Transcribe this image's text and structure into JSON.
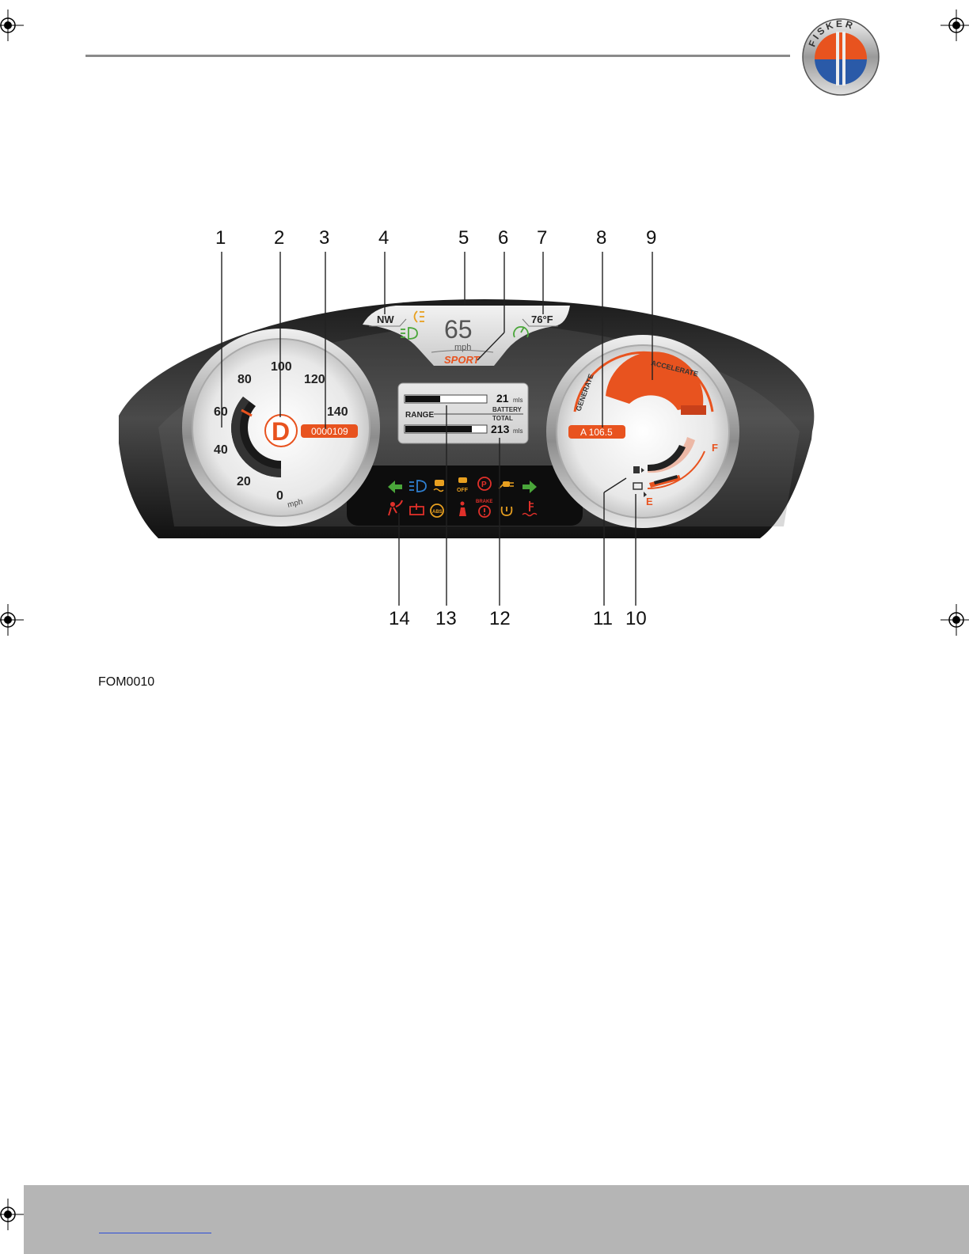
{
  "brand": {
    "logo_text": "FISKER"
  },
  "figure": {
    "label": "FOM0010",
    "callouts": [
      "1",
      "2",
      "3",
      "4",
      "5",
      "6",
      "7",
      "8",
      "9",
      "10",
      "11",
      "12",
      "13",
      "14"
    ]
  },
  "cluster": {
    "speedometer": {
      "ticks": [
        "0",
        "20",
        "40",
        "60",
        "80",
        "100",
        "120",
        "140"
      ],
      "unit": "mph",
      "gear": "D",
      "odometer": "0000109"
    },
    "top_display": {
      "compass": "NW",
      "speed": "65",
      "speed_unit": "mph",
      "drive_mode": "SPORT",
      "temperature": "76°F"
    },
    "info_display": {
      "range_label": "RANGE",
      "battery_value": "21",
      "battery_unit": "mls",
      "battery_label": "BATTERY",
      "total_label": "TOTAL",
      "total_value": "213",
      "total_unit": "mls"
    },
    "power_meter": {
      "generate_label": "GENERATE",
      "accelerate_label": "ACCELERATE",
      "amps": "A 106.5",
      "full_label": "F",
      "empty_label": "E"
    },
    "warning_lights": {
      "brake_label": "BRAKE",
      "off_label": "OFF",
      "abs_label": "ABS"
    }
  },
  "colors": {
    "accent": "#e8531f",
    "green": "#4aa63a",
    "blue": "#2f7fd0",
    "red": "#e0302a"
  }
}
